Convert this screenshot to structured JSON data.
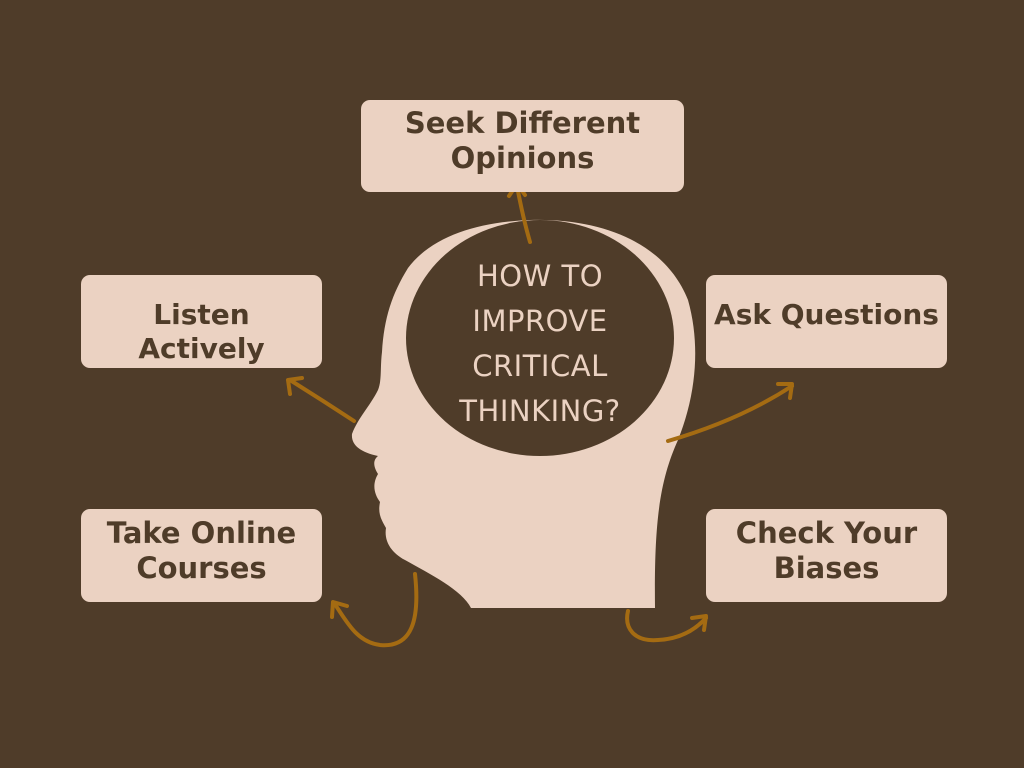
{
  "title": "HOW TO IMPROVE CRITICAL THINKING?",
  "tips": {
    "top": "Seek Different Opinions",
    "left_upper": "Listen Actively",
    "right_upper": "Ask Questions",
    "left_lower": "Take Online Courses",
    "right_lower": "Check Your Biases"
  },
  "colors": {
    "background": "#4f3c29",
    "box": "#ebd2c2",
    "head": "#ebd2c2",
    "brain": "#4f3c29",
    "arrow": "#a46b12",
    "text_dark": "#4f3c29",
    "text_light": "#ebd2c2"
  }
}
